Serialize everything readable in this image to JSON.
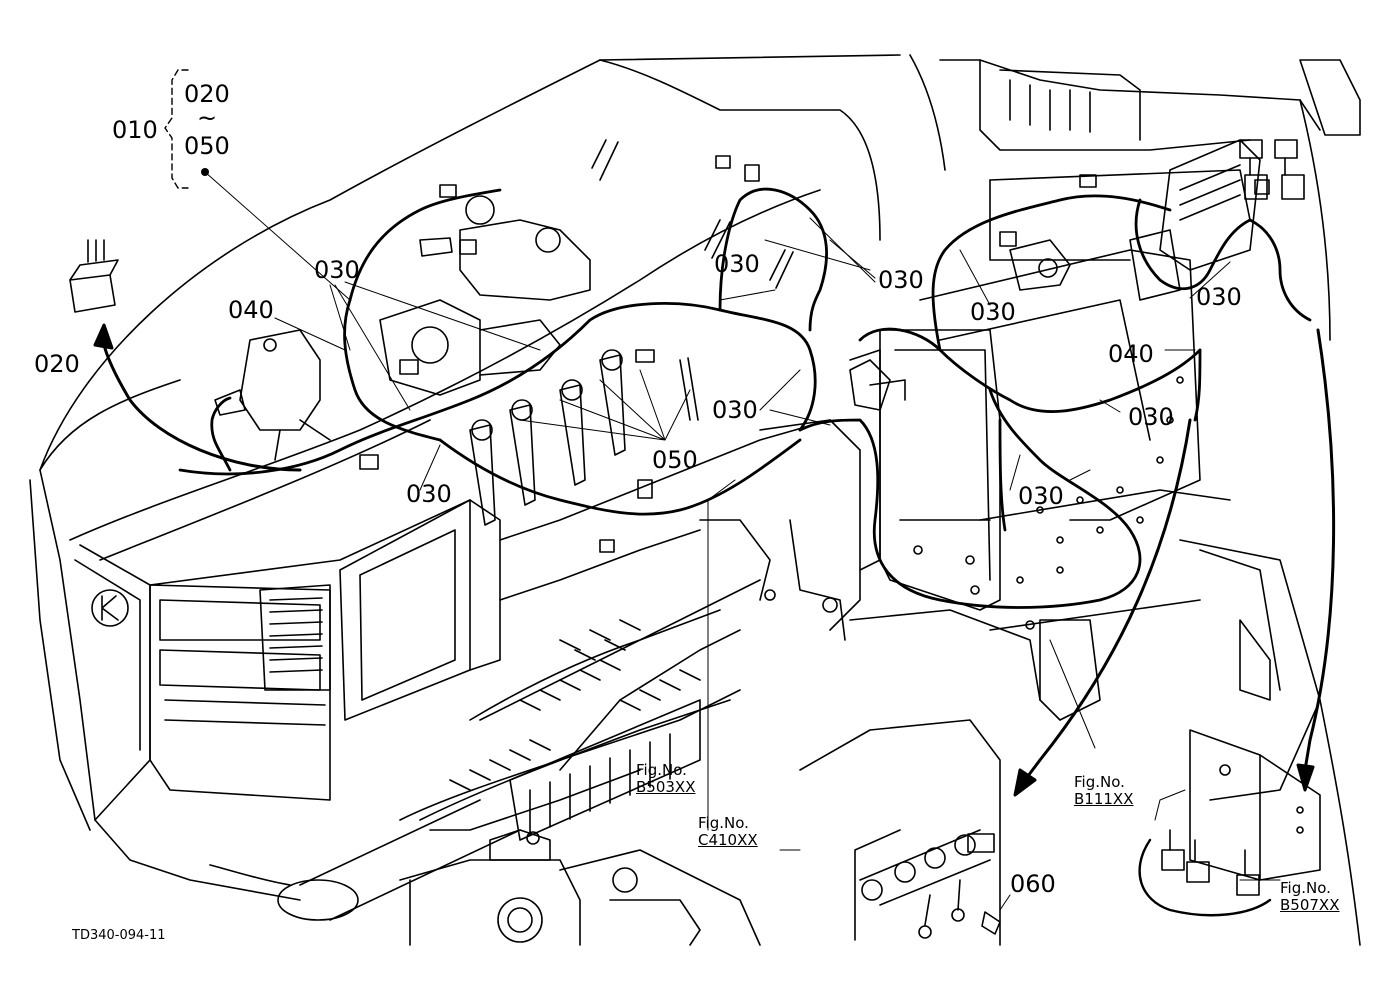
{
  "callouts": {
    "c010": "010",
    "c020_top": "020",
    "c050_top": "050",
    "tilde": "~",
    "c020": "020",
    "c040_left": "040",
    "c030_a": "030",
    "c030_b": "030",
    "c030_c": "030",
    "c030_d": "030",
    "c030_e": "030",
    "c030_f": "030",
    "c030_g": "030",
    "c030_h": "030",
    "c030_i": "030",
    "c040_right": "040",
    "c050": "050",
    "c060": "060"
  },
  "figure_refs": {
    "b503": {
      "label": "Fig.No.",
      "number": "B503XX"
    },
    "c410": {
      "label": "Fig.No.",
      "number": "C410XX"
    },
    "b111": {
      "label": "Fig.No.",
      "number": "B111XX"
    },
    "b507": {
      "label": "Fig.No.",
      "number": "B507XX"
    }
  },
  "drawing_code": "TD340-094-11"
}
